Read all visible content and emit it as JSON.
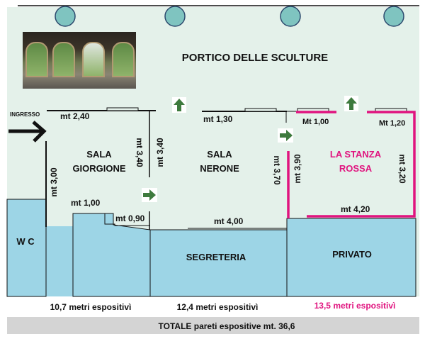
{
  "colors": {
    "background": "#e4f1ea",
    "room_fill": "#9dd5e6",
    "wall": "#111111",
    "accent_pink": "#e0147f",
    "arrow_green": "#3d7a3d",
    "column": "#7fc4c0",
    "total_bar": "#d4d4d4"
  },
  "portico": {
    "title": "PORTICO DELLE SCULTURE"
  },
  "entrance": {
    "label": "INGRESSO"
  },
  "rooms": {
    "giorgione": {
      "line1": "SALA",
      "line2": "GIORGIONE"
    },
    "nerone": {
      "line1": "SALA",
      "line2": "NERONE"
    },
    "rossa": {
      "line1": "LA STANZA",
      "line2": "ROSSA"
    },
    "wc": "W C",
    "segreteria": "SEGRETERIA",
    "privato": "PRIVATO"
  },
  "measures": {
    "g_top": "mt 2,40",
    "g_left": "mt 3,00",
    "g_right_in": "mt 3,40",
    "g_right_out": "mt 3,40",
    "g_bottom1": "mt 1,00",
    "g_bottom2": "mt 0,90",
    "n_top": "mt 1,30",
    "n_right": "mt 3,70",
    "n_bottom": "mt 4,00",
    "r_top1": "Mt 1,00",
    "r_top2": "Mt 1,20",
    "r_left": "mt 3,90",
    "r_right": "mt 3,20",
    "r_bottom": "mt 4,20"
  },
  "totals": {
    "giorgione": "10,7 metri espositivì",
    "nerone": "12,4 metri espositivì",
    "rossa": "13,5 metri espositivì",
    "grand_total": "TOTALE pareti espositive mt. 36,6"
  }
}
